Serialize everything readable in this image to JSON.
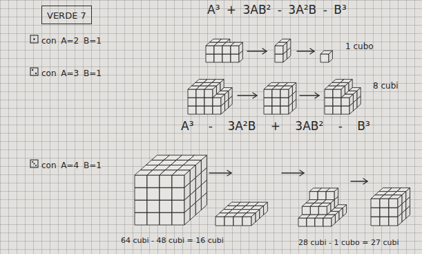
{
  "diagram": {
    "nodes": [
      {
        "text": [
          "VERDE 7"
        ]
      }
    ],
    "labels": [
      "A³ + 3AB² - 3A²B - B³",
      "con A=2 B=1",
      "1 cubo",
      "con A=3 B=1",
      "8 cubi",
      "A³ - 3A²B + 3AB² - B³",
      "con A=4 B=1",
      "64 cubi - 48 cubi = 16 cubi",
      "28 cubi - 1 cubo = 27 cubi"
    ]
  }
}
